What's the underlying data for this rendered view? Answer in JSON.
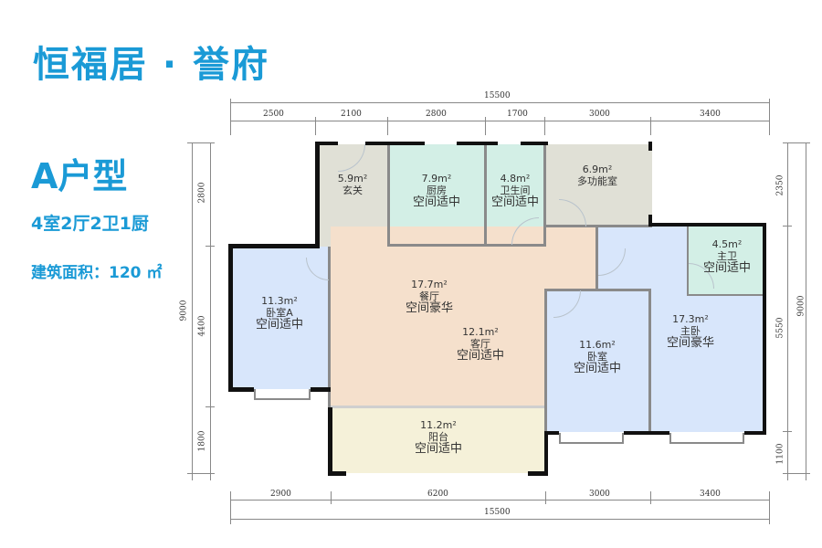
{
  "header": {
    "title": "恒福居 · 誉府",
    "unit_type": "A户型",
    "layout": "4室2厅2卫1厨",
    "building_area": "建筑面积：120 ㎡"
  },
  "rooms": {
    "entrance": {
      "area": "5.9m²",
      "name": "玄关",
      "desc": ""
    },
    "kitchen": {
      "area": "7.9m²",
      "name": "厨房",
      "desc": "空间适中"
    },
    "bathroom": {
      "area": "4.8m²",
      "name": "卫生间",
      "desc": "空间适中"
    },
    "multi_room": {
      "area": "6.9m²",
      "name": "多功能室",
      "desc": ""
    },
    "bedroom_a": {
      "area": "11.3m²",
      "name": "卧室A",
      "desc": "空间适中"
    },
    "dining": {
      "area": "17.7m²",
      "name": "餐厅",
      "desc": "空间豪华"
    },
    "living": {
      "area": "12.1m²",
      "name": "客厅",
      "desc": "空间适中"
    },
    "bedroom": {
      "area": "11.6m²",
      "name": "卧室",
      "desc": "空间适中"
    },
    "master_bath": {
      "area": "4.5m²",
      "name": "主卫",
      "desc": "空间适中"
    },
    "master_bed": {
      "area": "17.3m²",
      "name": "主卧",
      "desc": "空间豪华"
    },
    "balcony": {
      "area": "11.2m²",
      "name": "阳台",
      "desc": "空间适中"
    }
  },
  "dimensions": {
    "top_total": "15500",
    "top": [
      "2500",
      "2100",
      "2800",
      "1700",
      "3000",
      "3400"
    ],
    "bottom": [
      "2900",
      "6200",
      "3000",
      "3400"
    ],
    "bottom_total": "15500",
    "left": [
      "2800",
      "4400",
      "1800"
    ],
    "left_total": "9000",
    "right": [
      "2350",
      "5550",
      "1100"
    ],
    "right_total": "9000"
  },
  "colors": {
    "accent": "#1a9ad6",
    "living": "#f5e0cc",
    "bedroom": "#d8e6fb",
    "wet": "#d3efe6",
    "entrance": "#e0e0d6",
    "balcony": "#f5f1d9"
  }
}
